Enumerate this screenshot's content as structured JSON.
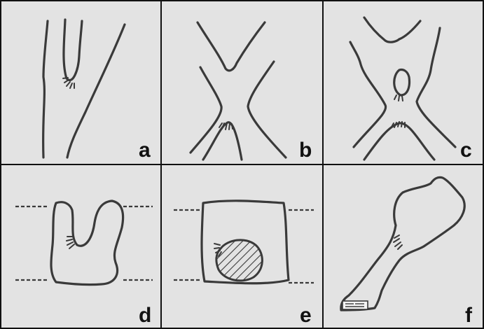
{
  "panels": [
    {
      "id": "a",
      "label": "a"
    },
    {
      "id": "b",
      "label": "b"
    },
    {
      "id": "c",
      "label": "c"
    },
    {
      "id": "d",
      "label": "d"
    },
    {
      "id": "e",
      "label": "e"
    },
    {
      "id": "f",
      "label": "f"
    }
  ],
  "colors": {
    "background": "#e3e3e3",
    "stroke": "#3a3a3a",
    "grid": "#111111",
    "label": "#111111"
  }
}
